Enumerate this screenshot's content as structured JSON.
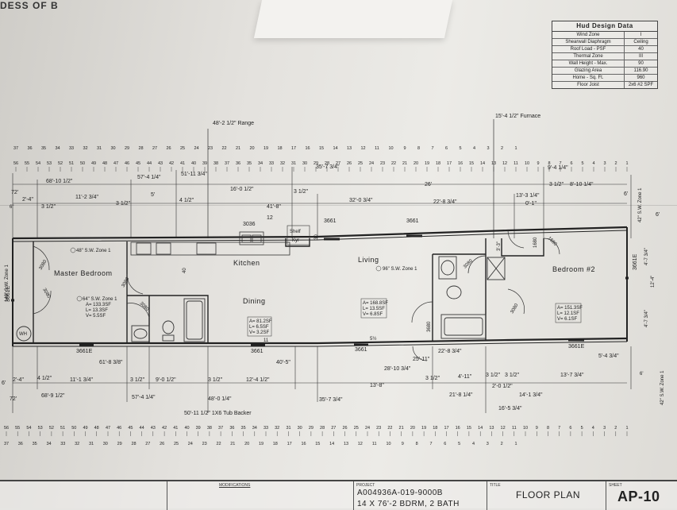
{
  "header_fragment": "DESS OF B",
  "hud": {
    "title": "Hud Design Data",
    "rows": [
      {
        "k": "Wind Zone",
        "v": "I"
      },
      {
        "k": "Shearwall Diaphragm",
        "v": "Ceiling"
      },
      {
        "k": "Roof Load - PSF",
        "v": "40"
      },
      {
        "k": "Thermal Zone",
        "v": "III"
      },
      {
        "k": "Wall Height - Max.",
        "v": "90"
      },
      {
        "k": "Glazing Area",
        "v": "116.90"
      },
      {
        "k": "Home - Sq. Ft.",
        "v": "960"
      },
      {
        "k": "Floor Joist",
        "v": "2x6 #2 SPF"
      }
    ]
  },
  "rooms": {
    "master": "Master Bedroom",
    "kitchen": "Kitchen",
    "dining": "Dining",
    "living": "Living",
    "bedroom2": "Bedroom #2"
  },
  "top_dims": {
    "range": "48'-2 1/2\" Range",
    "furnace": "15'-4 1/2\" Furnace",
    "d1": "68'-10 1/2\"",
    "d2": "57'-4 1/4\"",
    "d3": "51'-11 3/4\"",
    "d4": "35'-7 3/4\"",
    "d5": "26'",
    "d6": "9'-4 1/4\"",
    "d7": "2'-4\"",
    "d8": "11'-2 3/4\"",
    "d9": "5'",
    "d10": "16'-0 1/2\"",
    "d11": "32'-0 3/4\"",
    "d12": "22'-8 3/4\"",
    "d13": "3 1/2\"",
    "d14": "8'-10 1/4\"",
    "d15": "13'-3 1/4\"",
    "d16": "3 1/2\"",
    "d17": "3 1/2\"",
    "d18": "4 1/2\"",
    "d19": "3 1/2\"",
    "d20": "41'-8\"",
    "d21": "12",
    "d22": "0'-1\"",
    "d23": "6'"
  },
  "bottom_dims": {
    "b1": "2'-4\"",
    "b2": "4 1/2\"",
    "b3": "11'-1 3/4\"",
    "b4": "3 1/2\"",
    "b5": "9'-0 1/2\"",
    "b6": "3 1/2\"",
    "b7": "12'-4 1/2\"",
    "b8": "13'-8\"",
    "b9": "3 1/2\"",
    "b10": "4'-11\"",
    "b11": "3 1/2\"",
    "b12": "3 1/2\"",
    "b13": "13'-7 3/4\"",
    "b14": "68'-9 1/2\"",
    "b15": "57'-4 1/4\"",
    "b16": "48'-0 1/4\"",
    "b17": "35'-7 3/4\"",
    "b18": "21'-8 1/4\"",
    "b19": "14'-1 3/4\"",
    "b20": "16'-5 3/4\"",
    "b21": "50'-11 1/2\" 1X6 Tub Backer",
    "b22": "61'-8 3/8\"",
    "b23": "40'-5\"",
    "b24": "28'-10 3/4\"",
    "b25": "25'-11\"",
    "b26": "22'-8 3/4\"",
    "b27": "2'-0 1/2\"",
    "b28": "5'-4 3/4\"",
    "b29": "72'",
    "b30": "72'",
    "b31": "6'",
    "b32": "6'"
  },
  "windows": {
    "w1": "3661",
    "w2": "3661",
    "w3": "3661E",
    "w4": "3661",
    "w5": "3661",
    "w6": "3661E",
    "w7": "3036",
    "w8": "3661E",
    "w9": "3661E"
  },
  "zones": {
    "z1": "48\" S.W. Zone 1",
    "z2": "64\" S.W. Zone 1",
    "z3": "96\" S.W. Zone 1",
    "z4": "148\" S.W. Zone 1",
    "z5": "42\" S.W. Zone 1",
    "z6": "42\" S.W. Zone 1"
  },
  "areas": {
    "a1": [
      "A= 133.3SF",
      "L= 13.3SF",
      "V= 5.5SF"
    ],
    "a2": [
      "A= 81.2SF",
      "L= 6.5SF",
      "V= 3.2SF"
    ],
    "a3": [
      "A= 168.8SF",
      "L= 13.5SF",
      "V= 6.8SF"
    ],
    "a4": [
      "A= 151.3SF",
      "L= 12.1SF",
      "V= 6.1SF"
    ]
  },
  "labels": {
    "shelf": "Shelf",
    "kyr": "Kyr",
    "wh": "WH",
    "door1": "3080",
    "door2": "3080",
    "door3": "3080",
    "door4": "3080",
    "door5": "3080",
    "door6": "3080",
    "door7": "1680",
    "door8": "1680",
    "door9": "3680",
    "dim_side_1": "12'-4\"",
    "dim_side_2": "4'-7 3/4\"",
    "dim_side_3": "4'-7 3/4\"",
    "dim_3_3": "3'-3\"",
    "dim_40": "40",
    "dim_30": "30",
    "dim_11": "11",
    "dim_5_5": "5½",
    "dim_6": "6\"",
    "dim_6b": "6'"
  },
  "ruler_top_a": [
    "37",
    "36",
    "35",
    "34",
    "33",
    "32",
    "31",
    "30",
    "29",
    "28",
    "27",
    "26",
    "25",
    "24",
    "23",
    "22",
    "21",
    "20",
    "19",
    "18",
    "17",
    "16",
    "15",
    "14",
    "13",
    "12",
    "11",
    "10",
    "9",
    "8",
    "7",
    "6",
    "5",
    "4",
    "3",
    "2",
    "1"
  ],
  "ruler_top_b": [
    "56",
    "55",
    "54",
    "53",
    "52",
    "51",
    "50",
    "49",
    "48",
    "47",
    "46",
    "45",
    "44",
    "43",
    "42",
    "41",
    "40",
    "39",
    "38",
    "37",
    "36",
    "35",
    "34",
    "33",
    "32",
    "31",
    "30",
    "29",
    "28",
    "27",
    "26",
    "25",
    "24",
    "23",
    "22",
    "21",
    "20",
    "19",
    "18",
    "17",
    "16",
    "15",
    "14",
    "13",
    "12",
    "11",
    "10",
    "9",
    "8",
    "7",
    "6",
    "5",
    "4",
    "3",
    "2",
    "1"
  ],
  "title_block": {
    "modifications_label": "MODIFICATIONS",
    "project_label": "PROJECT",
    "project_value": "A004936A-019-9000B",
    "project_desc": "14 X 76'-2 BDRM, 2 BATH",
    "title_label": "TITLE",
    "title_value": "FLOOR PLAN",
    "sheet_label": "SHEET",
    "sheet_value": "AP-10"
  }
}
